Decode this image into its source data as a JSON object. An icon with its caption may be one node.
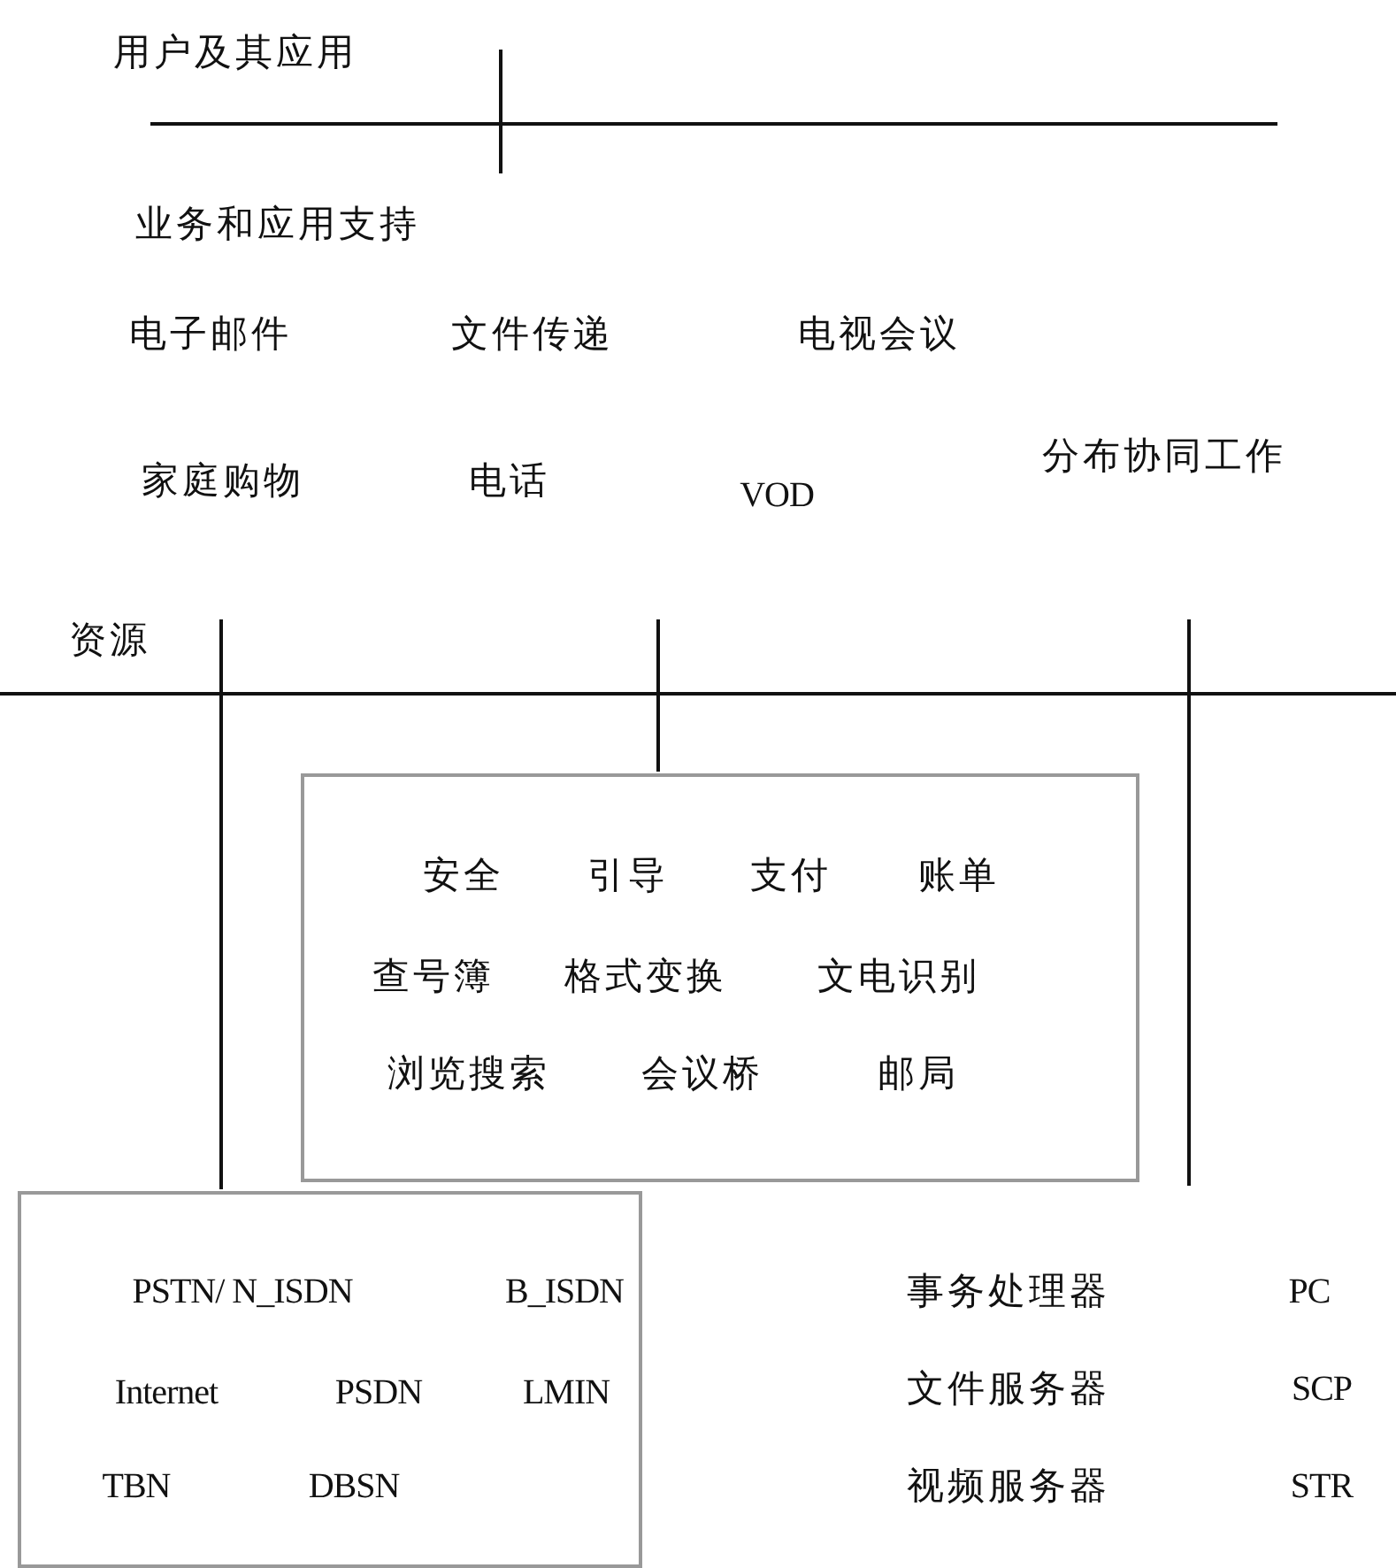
{
  "diagram": {
    "nodes": [
      {
        "text": [
          "安全",
          "引导",
          "支付",
          "账单",
          "查号簿",
          "格式变换",
          "文电识别",
          "浏览搜索",
          "会议桥",
          "邮局"
        ]
      },
      {
        "text": [
          "PSTN/ N_ISDN",
          "B_ISDN",
          "Internet",
          "PSDN",
          "LMIN",
          "TBN",
          "DBSN"
        ]
      }
    ],
    "edges": [],
    "labels": [
      "用户及其应用",
      "业务和应用支持",
      "电子邮件",
      "文件传递",
      "电视会议",
      "分布协同工作",
      "家庭购物",
      "电话",
      "VOD",
      "资源",
      "事务处理器",
      "PC",
      "文件服务器",
      "SCP",
      "视频服务器",
      "STR"
    ]
  }
}
